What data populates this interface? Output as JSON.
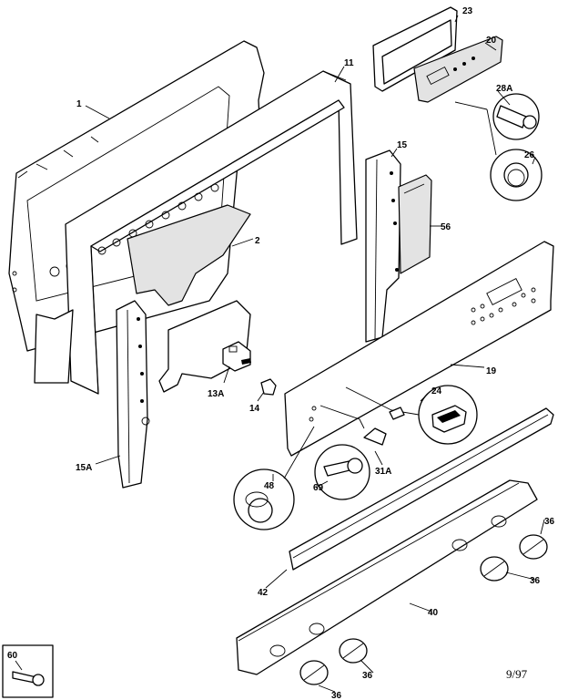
{
  "callouts": [
    {
      "id": "c1",
      "text": "1"
    },
    {
      "id": "c2",
      "text": "2"
    },
    {
      "id": "c11",
      "text": "11"
    },
    {
      "id": "c13A",
      "text": "13A"
    },
    {
      "id": "c14",
      "text": "14"
    },
    {
      "id": "c15",
      "text": "15"
    },
    {
      "id": "c15A",
      "text": "15A"
    },
    {
      "id": "c19",
      "text": "19"
    },
    {
      "id": "c20",
      "text": "20"
    },
    {
      "id": "c23",
      "text": "23"
    },
    {
      "id": "c24",
      "text": "24"
    },
    {
      "id": "c26",
      "text": "26"
    },
    {
      "id": "c28A",
      "text": "28A"
    },
    {
      "id": "c31A",
      "text": "31A"
    },
    {
      "id": "c36a",
      "text": "36"
    },
    {
      "id": "c36b",
      "text": "36"
    },
    {
      "id": "c36c",
      "text": "36"
    },
    {
      "id": "c36d",
      "text": "36"
    },
    {
      "id": "c40",
      "text": "40"
    },
    {
      "id": "c42",
      "text": "42"
    },
    {
      "id": "c48",
      "text": "48"
    },
    {
      "id": "c56",
      "text": "56"
    },
    {
      "id": "c60",
      "text": "60"
    },
    {
      "id": "c69",
      "text": "69"
    }
  ],
  "date_code": "9/97"
}
